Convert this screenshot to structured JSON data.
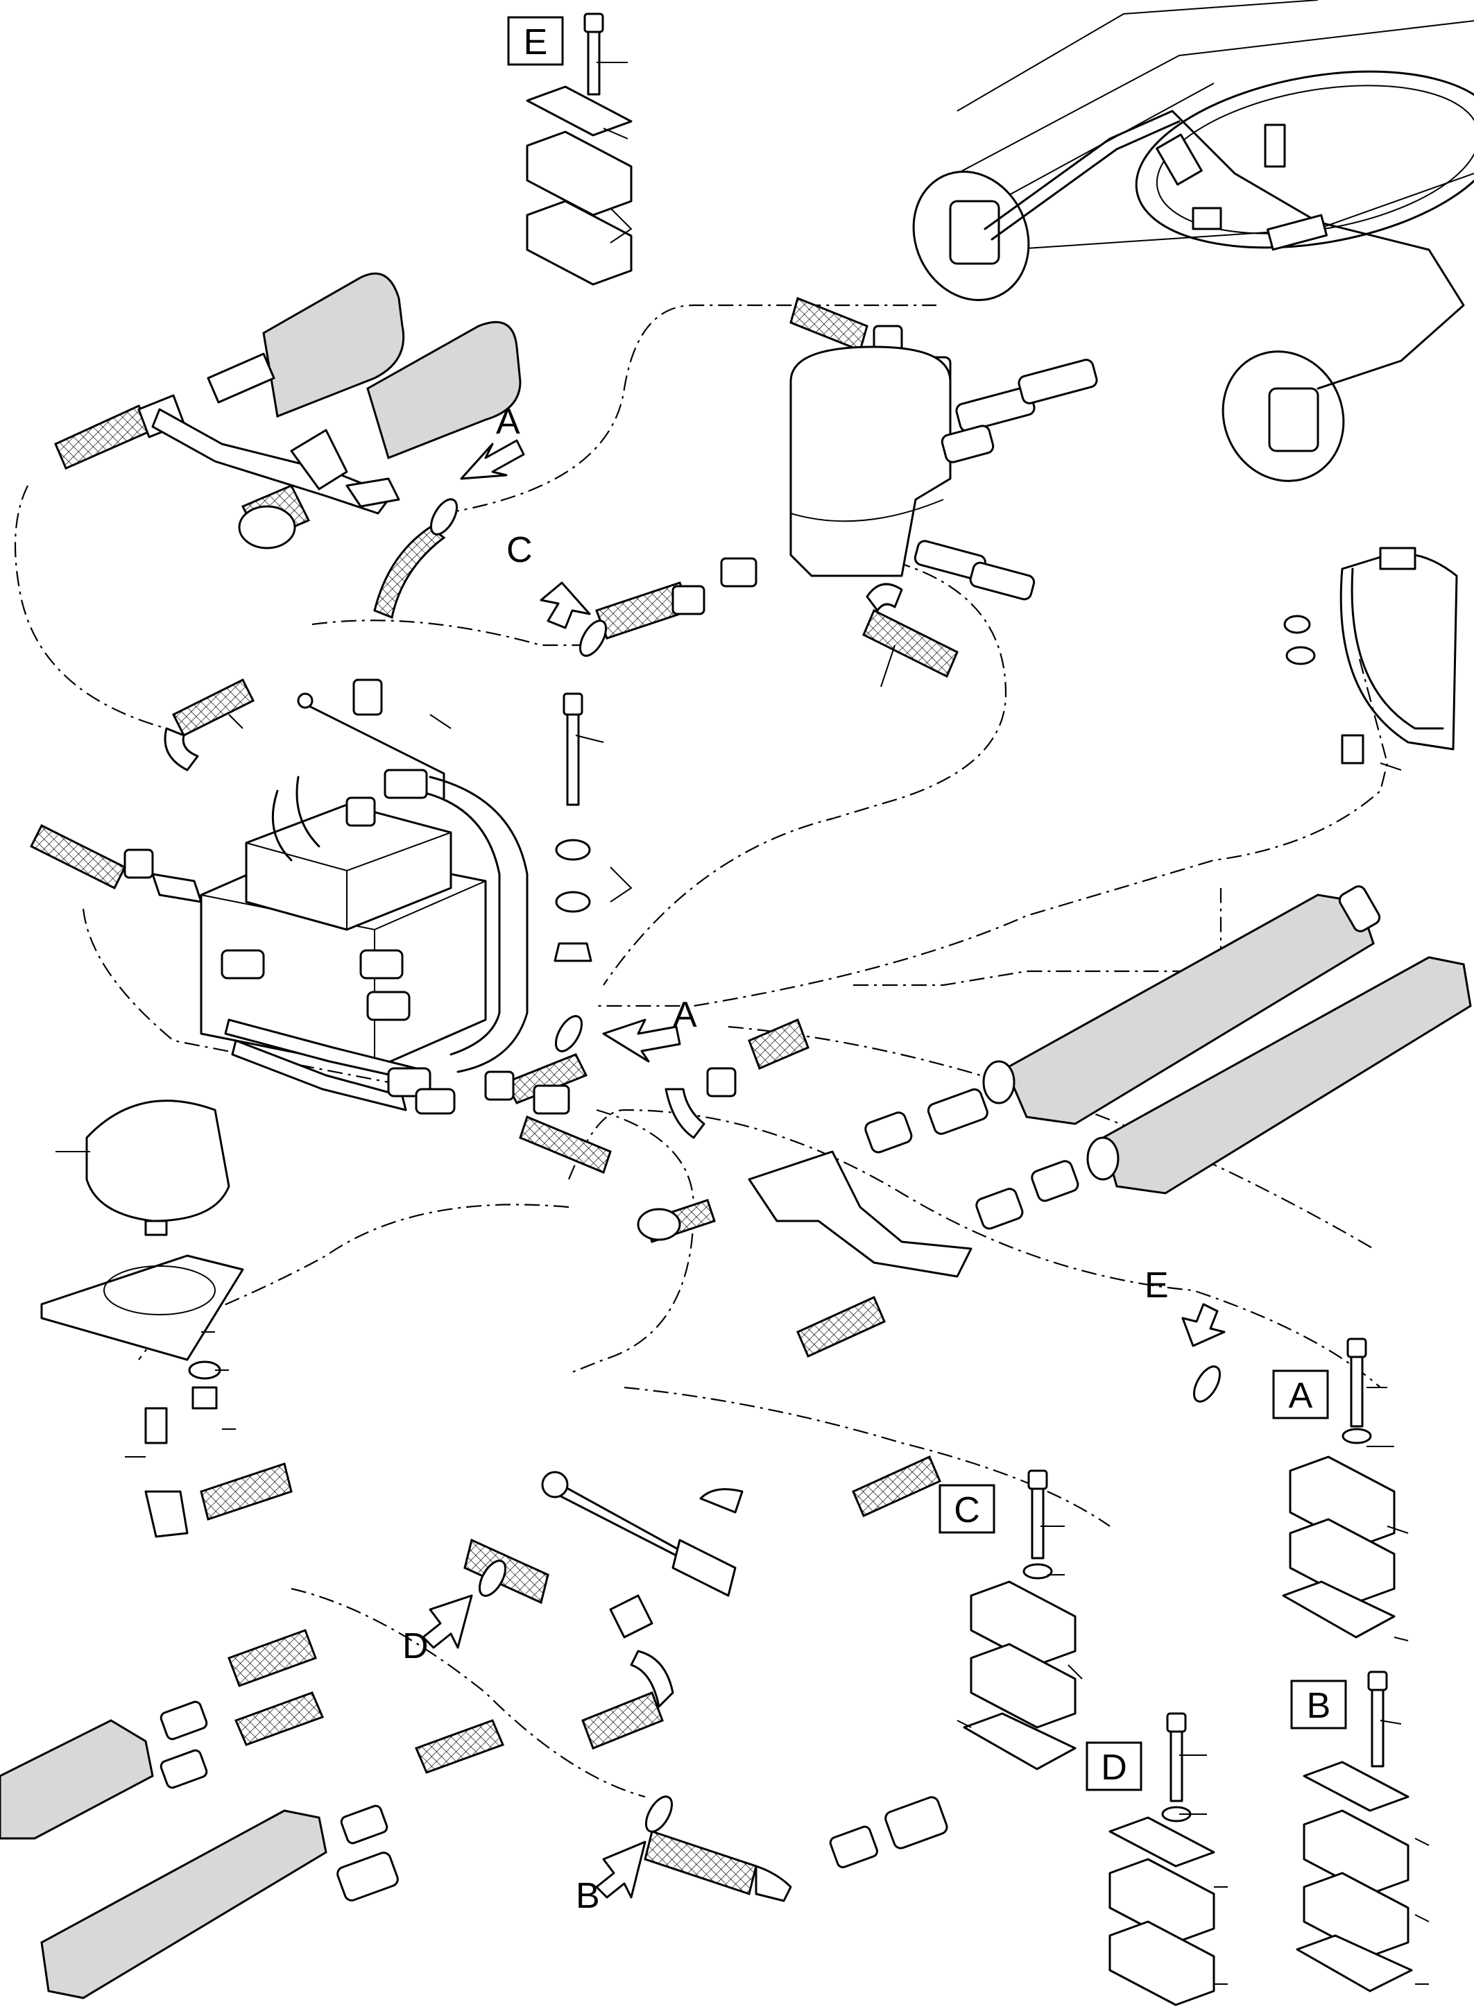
{
  "detail_labels": {
    "top_E": "E",
    "detail_A": "A",
    "detail_B": "B",
    "detail_C": "C",
    "detail_D": "D"
  },
  "arrow_labels": {
    "arrow_A_upper": "A",
    "arrow_C": "C",
    "arrow_A_mid": "A",
    "arrow_E": "E",
    "arrow_D": "D",
    "arrow_B": "B"
  }
}
